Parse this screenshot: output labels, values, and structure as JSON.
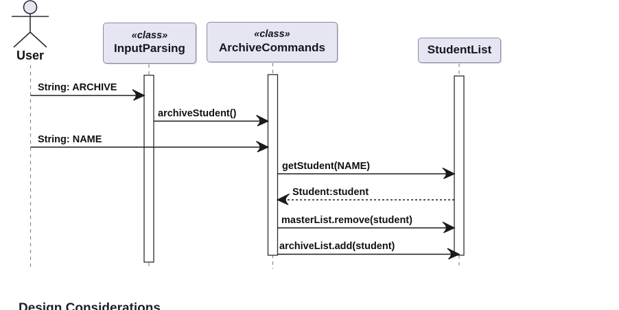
{
  "diagram": {
    "type": "uml-sequence-diagram",
    "actor": {
      "name": "User"
    },
    "participants": [
      {
        "stereotype": "«class»",
        "name": "InputParsing"
      },
      {
        "stereotype": "«class»",
        "name": "ArchiveCommands"
      },
      {
        "stereotype": "",
        "name": "StudentList"
      }
    ],
    "messages": [
      {
        "from": "User",
        "to": "InputParsing",
        "label": "String: ARCHIVE",
        "style": "solid"
      },
      {
        "from": "InputParsing",
        "to": "ArchiveCommands",
        "label": "archiveStudent()",
        "style": "solid"
      },
      {
        "from": "User",
        "to": "ArchiveCommands",
        "label": "String: NAME",
        "style": "solid"
      },
      {
        "from": "ArchiveCommands",
        "to": "StudentList",
        "label": "getStudent(NAME)",
        "style": "solid"
      },
      {
        "from": "StudentList",
        "to": "ArchiveCommands",
        "label": "Student:student",
        "style": "dashed-return"
      },
      {
        "from": "ArchiveCommands",
        "to": "StudentList",
        "label": "masterList.remove(student)",
        "style": "solid"
      },
      {
        "from": "ArchiveCommands",
        "to": "StudentList",
        "label": "archiveList.add(student)",
        "style": "solid"
      }
    ],
    "colors": {
      "participant_fill": "#e6e6f2",
      "participant_border": "#8a8aa0",
      "line": "#1a1a1a",
      "lifeline": "#888888",
      "text": "#101014"
    }
  },
  "section_heading": "Design Considerations"
}
